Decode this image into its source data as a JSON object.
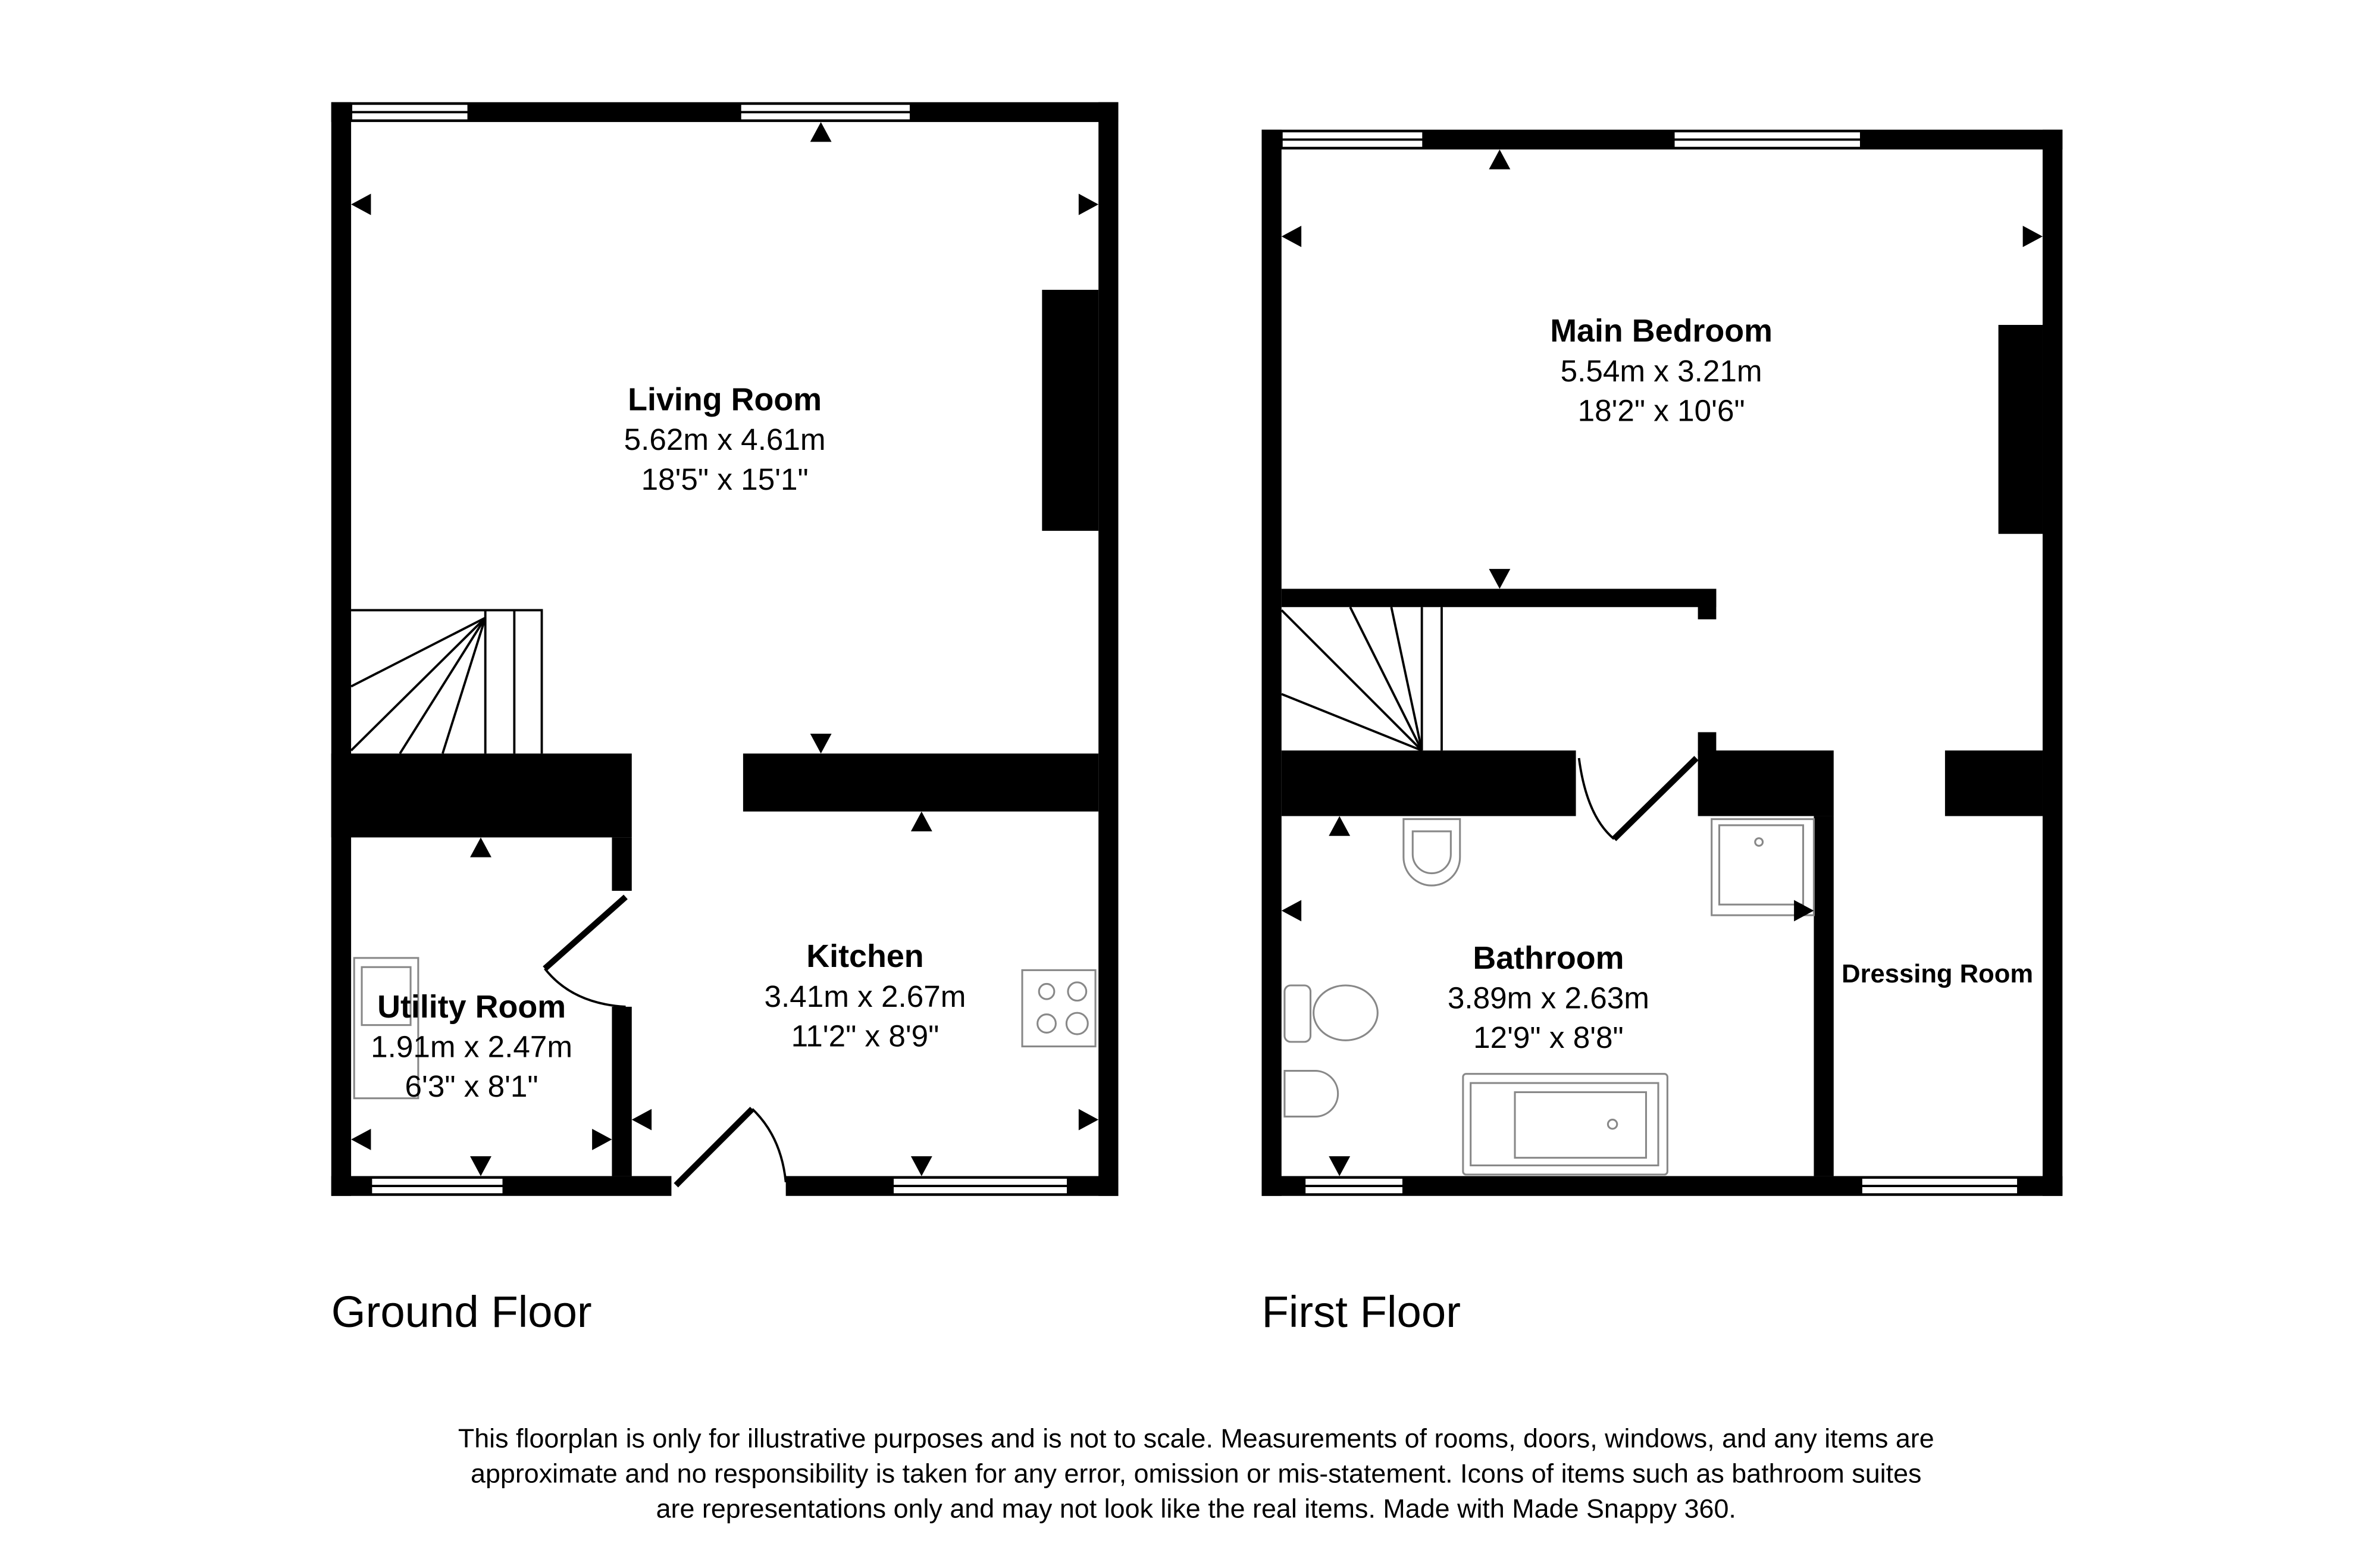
{
  "floors": [
    {
      "label": "Ground Floor",
      "rooms": [
        {
          "name": "Living Room",
          "metric": "5.62m x 4.61m",
          "imperial": "18'5\" x 15'1\""
        },
        {
          "name": "Kitchen",
          "metric": "3.41m x 2.67m",
          "imperial": "11'2\" x 8'9\""
        },
        {
          "name": "Utility Room",
          "metric": "1.91m x 2.47m",
          "imperial": "6'3\" x 8'1\""
        }
      ]
    },
    {
      "label": "First Floor",
      "rooms": [
        {
          "name": "Main Bedroom",
          "metric": "5.54m x 3.21m",
          "imperial": "18'2\" x 10'6\""
        },
        {
          "name": "Bathroom",
          "metric": "3.89m x 2.63m",
          "imperial": "12'9\" x 8'8\""
        },
        {
          "name": "Dressing Room"
        }
      ]
    }
  ],
  "disclaimer": [
    "This floorplan is only for illustrative purposes and is not to scale. Measurements of rooms, doors, windows, and any items are",
    "approximate and no responsibility is taken for any error, omission or mis-statement. Icons of items such as bathroom suites",
    "are representations only and may not look like the real items. Made with Made Snappy 360."
  ]
}
